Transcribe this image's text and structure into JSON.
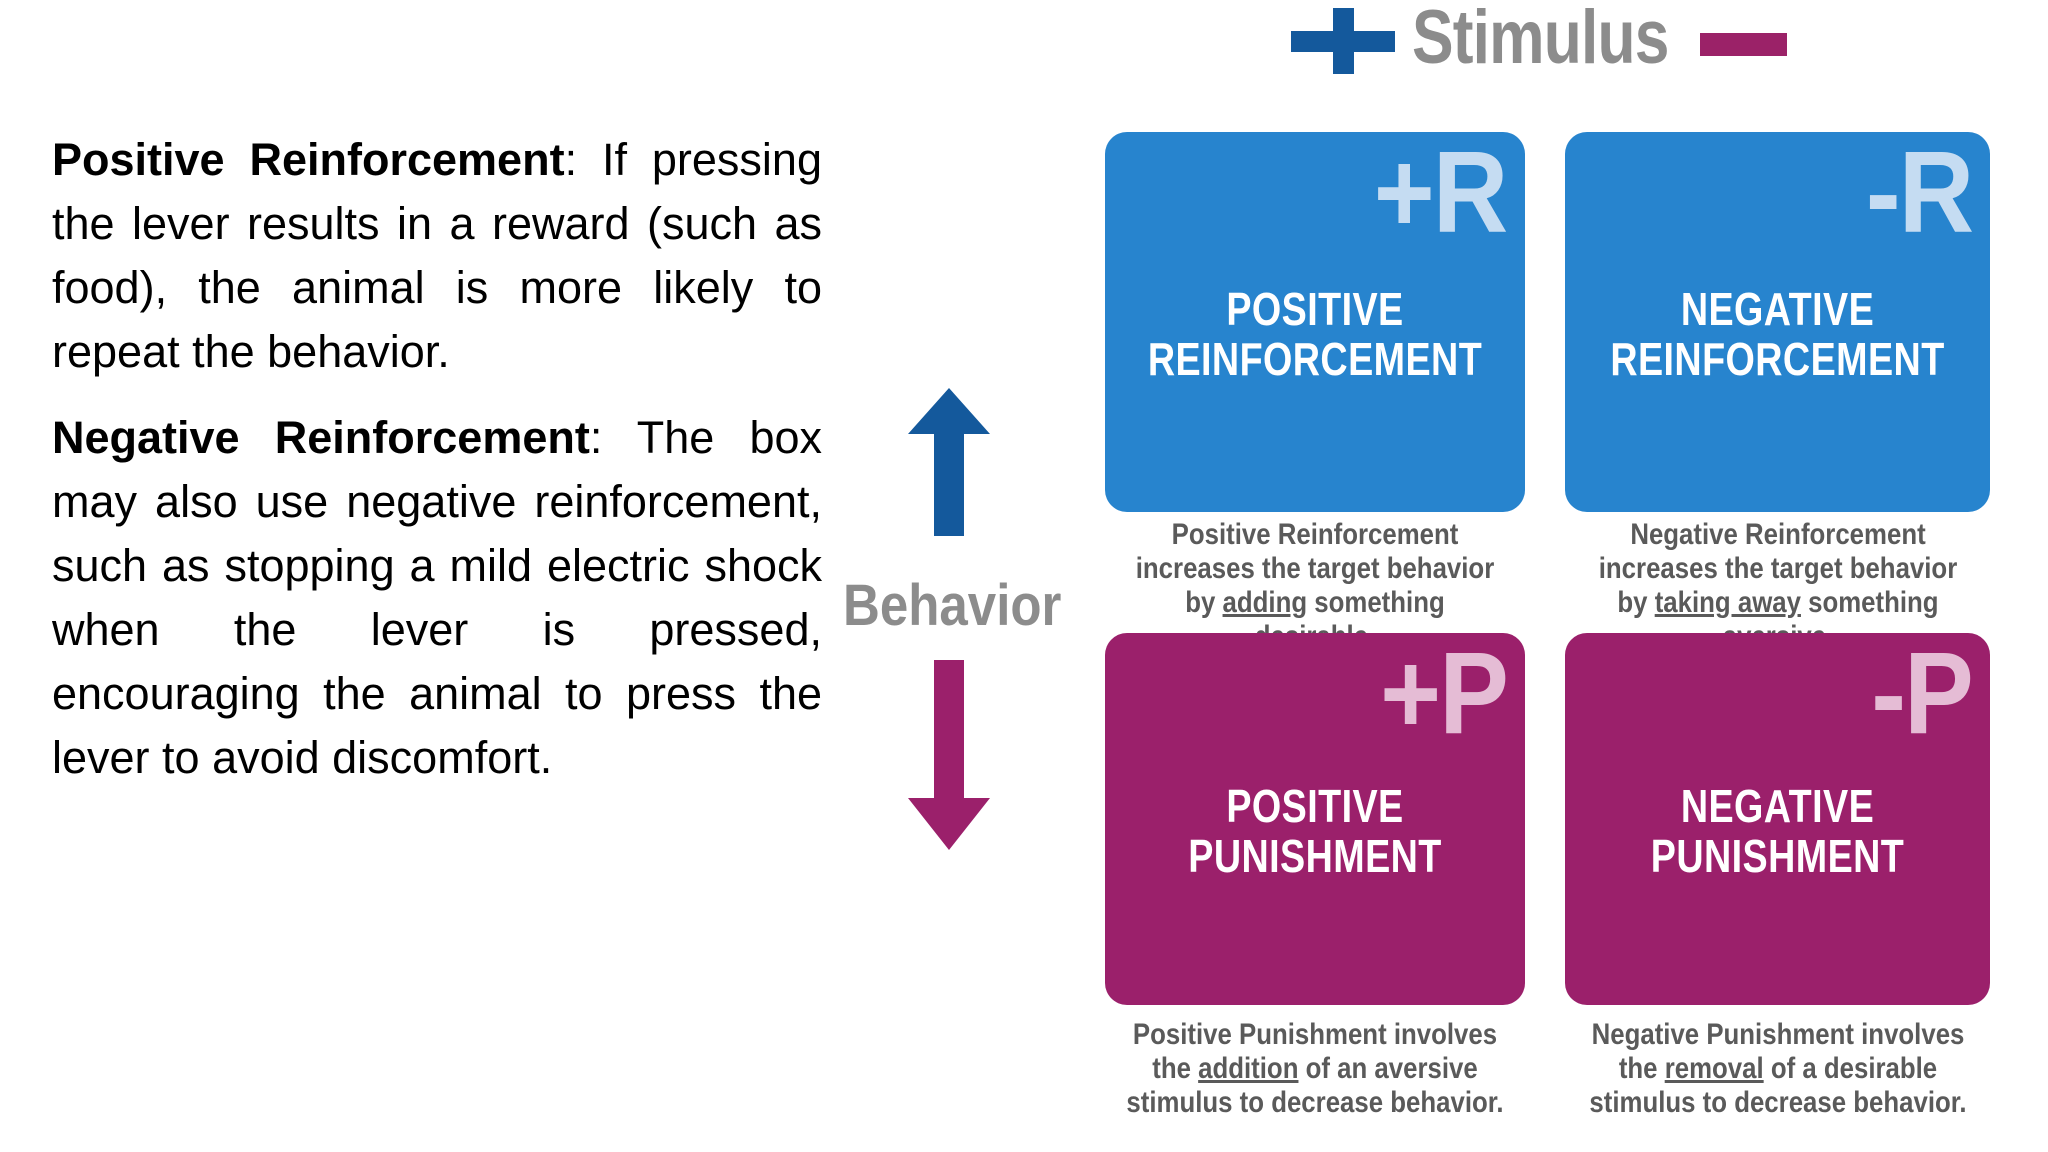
{
  "left_text": {
    "paragraphs": [
      {
        "lead": "Positive Reinforcement",
        "body": ": If pressing the lever results in a reward (such as food), the animal is more likely to repeat the behavior."
      },
      {
        "lead": "Negative Reinforcement",
        "body": ": The box may also use negative reinforcement, such as stopping a mild electric shock when the lever is pressed, encouraging the animal to press the lever to avoid discomfort."
      }
    ]
  },
  "diagram": {
    "axis_top": {
      "plus_icon": "plus-icon",
      "title": "Stimulus",
      "minus_icon": "minus-icon"
    },
    "axis_left": {
      "up_arrow_icon": "arrow-up-icon",
      "label": "Behavior",
      "down_arrow_icon": "arrow-down-icon"
    },
    "quadrants": [
      {
        "key": "positive-reinforcement",
        "badge": "+R",
        "title_line1": "POSITIVE",
        "title_line2": "REINFORCEMENT",
        "color": "#2784CE",
        "badge_color": "#C5DCF2",
        "caption_pre": "Positive Reinforcement increases the target behavior by ",
        "caption_underline": "adding",
        "caption_post": " something desirable."
      },
      {
        "key": "negative-reinforcement",
        "badge": "-R",
        "title_line1": "NEGATIVE",
        "title_line2": "REINFORCEMENT",
        "color": "#2784CE",
        "badge_color": "#C5DCF2",
        "caption_pre": "Negative Reinforcement increases the target behavior by ",
        "caption_underline": "taking away",
        "caption_post": " something aversive."
      },
      {
        "key": "positive-punishment",
        "badge": "+P",
        "title_line1": "POSITIVE",
        "title_line2": "PUNISHMENT",
        "color": "#9B206B",
        "badge_color": "#E5BCD5",
        "caption_pre": "Positive Punishment involves the ",
        "caption_underline": "addition",
        "caption_post": " of an aversive stimulus to decrease behavior."
      },
      {
        "key": "negative-punishment",
        "badge": "-P",
        "title_line1": "NEGATIVE",
        "title_line2": "PUNISHMENT",
        "color": "#9B206B",
        "badge_color": "#E5BCD5",
        "caption_pre": "Negative Punishment involves the ",
        "caption_underline": "removal",
        "caption_post": " of a desirable stimulus to decrease behavior."
      }
    ],
    "colors": {
      "blue": "#2784CE",
      "dark_blue": "#14599C",
      "magenta": "#9B206B",
      "header_magenta": "#9B2268",
      "gray_text": "#8C8C8C",
      "caption_gray": "#5A5A5A"
    }
  }
}
